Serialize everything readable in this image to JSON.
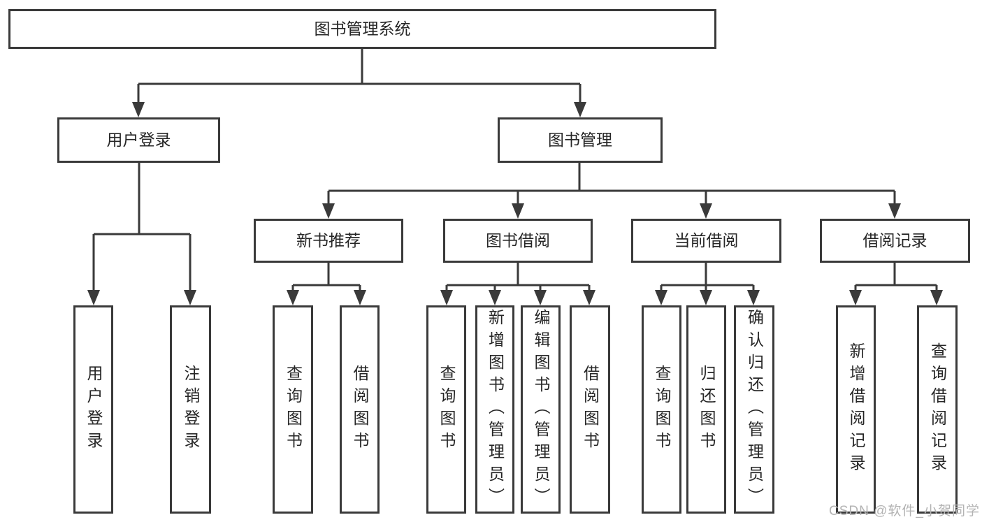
{
  "diagram": {
    "type": "tree",
    "title_node": {
      "label": "图书管理系统"
    },
    "branches": [
      {
        "label": "用户登录",
        "leaves": [
          "用户登录",
          "注销登录"
        ]
      },
      {
        "label": "图书管理",
        "modules": [
          {
            "label": "新书推荐",
            "leaves": [
              "查询图书",
              "借阅图书"
            ]
          },
          {
            "label": "图书借阅",
            "leaves": [
              "查询图书",
              "新增图书（管理员）",
              "编辑图书（管理员）",
              "借阅图书"
            ]
          },
          {
            "label": "当前借阅",
            "leaves": [
              "查询图书",
              "归还图书",
              "确认归还（管理员）"
            ]
          },
          {
            "label": "借阅记录",
            "leaves": [
              "新增借阅记录",
              "查询借阅记录"
            ]
          }
        ]
      }
    ],
    "watermark": "CSDN @软件_小贺同学",
    "colors": {
      "line": "#3a3a3a",
      "text": "#262626",
      "watermark": "#b3b3b3",
      "background": "#ffffff"
    }
  }
}
